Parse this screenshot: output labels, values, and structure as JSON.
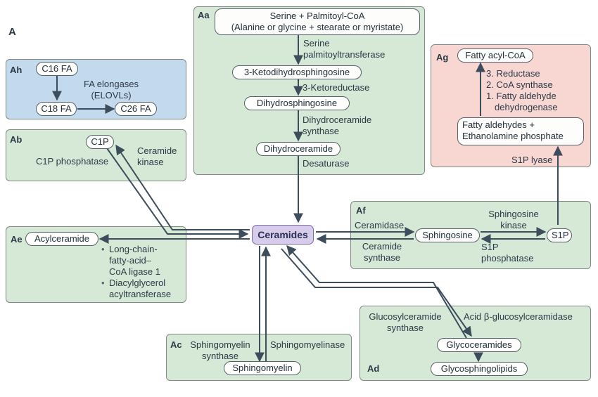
{
  "figure": {
    "letter": "A"
  },
  "center": {
    "label": "Ceramides"
  },
  "panel_aa": {
    "tag": "Aa",
    "substrates_line1": "Serine + Palmitoyl-CoA",
    "substrates_line2": "(Alanine or glycine + stearate or myristate)",
    "enzyme1_line1": "Serine",
    "enzyme1_line2": "palmitoyltransferase",
    "intermediate1": "3-Ketodihydrosphingosine",
    "enzyme2": "3-Ketoreductase",
    "intermediate2": "Dihydrosphingosine",
    "enzyme3_line1": "Dihydroceramide",
    "enzyme3_line2": "synthase",
    "intermediate3": "Dihydroceramide",
    "enzyme4": "Desaturase"
  },
  "panel_ah": {
    "tag": "Ah",
    "node1": "C16 FA",
    "enzyme_line1": "FA elongases",
    "enzyme_line2": "(ELOVLs)",
    "node2": "C18 FA",
    "node3": "C26 FA"
  },
  "panel_ab": {
    "tag": "Ab",
    "node": "C1P",
    "forward_line1": "Ceramide",
    "forward_line2": "kinase",
    "reverse": "C1P phosphatase"
  },
  "panel_ag": {
    "tag": "Ag",
    "node_top": "Fatty acyl-CoA",
    "step1": "3. Reductase",
    "step2": "2. CoA synthase",
    "step3_line1": "1. Fatty aldehyde",
    "step3_line2": "dehydrogenase",
    "node_bottom_line1": "Fatty aldehydes +",
    "node_bottom_line2": "Ethanolamine phosphate",
    "lyase": "S1P lyase"
  },
  "panel_ae": {
    "tag": "Ae",
    "node": "Acylceramide",
    "enzyme1_line1": "Long-chain-",
    "enzyme1_line2": "fatty-acid–",
    "enzyme1_line3": "CoA ligase 1",
    "enzyme2_line1": "Diacylglycerol",
    "enzyme2_line2": "acyltransferase"
  },
  "panel_af": {
    "tag": "Af",
    "forward": "Ceramidase",
    "reverse_line1": "Ceramide",
    "reverse_line2": "synthase",
    "node1": "Sphingosine",
    "kinase_line1": "Sphingosine",
    "kinase_line2": "kinase",
    "node2": "S1P",
    "phosphatase_line1": "S1P",
    "phosphatase_line2": "phosphatase"
  },
  "panel_ac": {
    "tag": "Ac",
    "synthase_line1": "Sphingomyelin",
    "synthase_line2": "synthase",
    "hydrolase": "Sphingomyelinase",
    "node": "Sphingomyelin"
  },
  "panel_ad": {
    "tag": "Ad",
    "synthase_line1": "Glucosylceramide",
    "synthase_line2": "synthase",
    "hydrolase": "Acid β-glucosylceramidase",
    "node1": "Glycoceramides",
    "node2": "Glycosphingolipids"
  },
  "colors": {
    "green_panel": "#d5e9d6",
    "blue_panel": "#c3d9ee",
    "pink_panel": "#f8d7d3",
    "ceramide_node": "#d7cdea",
    "arrow": "#3d4d5c"
  }
}
